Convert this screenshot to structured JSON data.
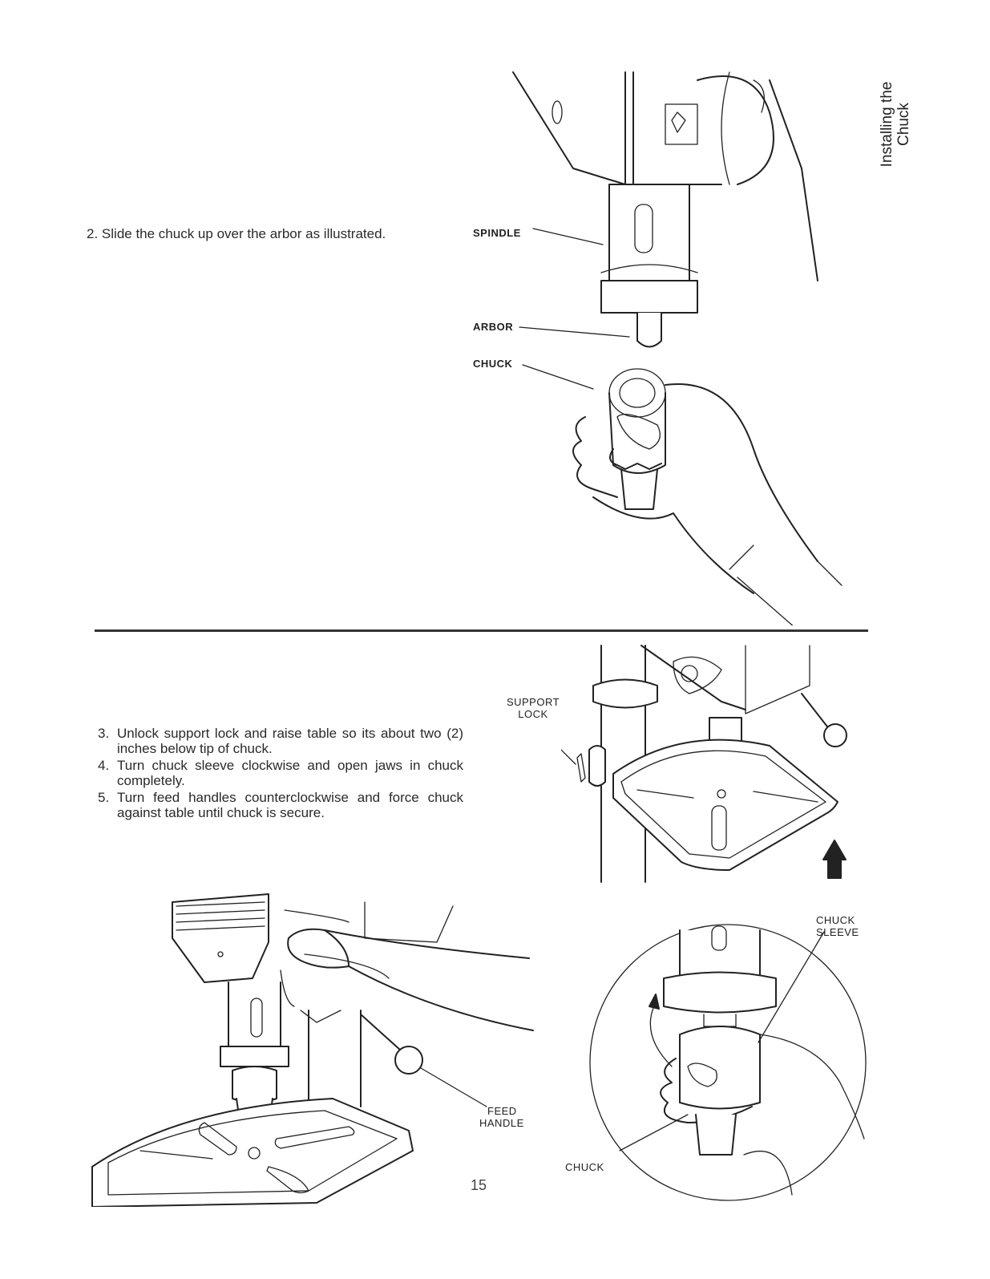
{
  "side_tab": {
    "line1": "Installing the",
    "line2": "Chuck"
  },
  "step2": {
    "num": "2.",
    "text": "Slide the chuck up over the arbor as illustrated."
  },
  "fig1": {
    "spindle": "SPINDLE",
    "arbor": "ARBOR",
    "chuck": "CHUCK"
  },
  "steps": [
    {
      "num": "3.",
      "text": "Unlock support lock and raise table so its about two (2) inches below tip of chuck."
    },
    {
      "num": "4.",
      "text": "Turn chuck sleeve clockwise and open jaws in chuck completely."
    },
    {
      "num": "5.",
      "text": "Turn feed handles counterclockwise and force chuck against table until chuck is secure."
    }
  ],
  "fig2": {
    "support_lock_1": "SUPPORT",
    "support_lock_2": "LOCK"
  },
  "fig3": {
    "feed_handle_1": "FEED",
    "feed_handle_2": "HANDLE"
  },
  "fig4": {
    "chuck_sleeve_1": "CHUCK",
    "chuck_sleeve_2": "SLEEVE",
    "chuck": "CHUCK"
  },
  "page_number": "15"
}
